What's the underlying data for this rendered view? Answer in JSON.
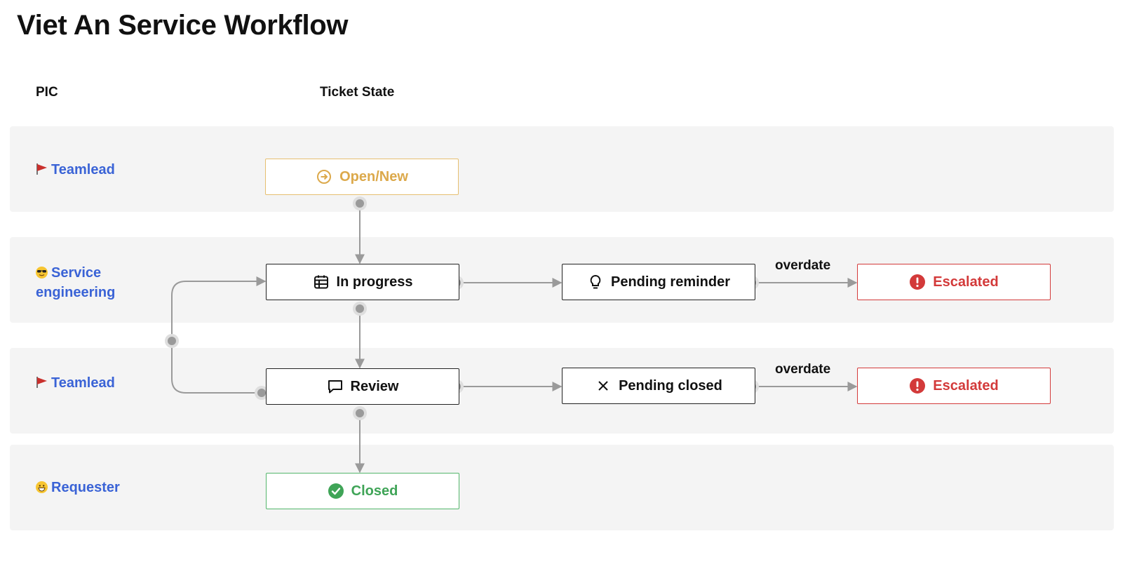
{
  "title": "Viet An Service Workflow",
  "columns": {
    "pic": "PIC",
    "state": "Ticket State"
  },
  "lanes": [
    {
      "label": "Teamlead",
      "icon": "red-flag-icon"
    },
    {
      "label_line1": "Service",
      "label_line2": "engineering",
      "icon": "sunglasses-face-icon"
    },
    {
      "label": "Teamlead",
      "icon": "red-flag-icon"
    },
    {
      "label": "Requester",
      "icon": "grinning-face-icon"
    }
  ],
  "nodes": {
    "open": {
      "label": "Open/New",
      "icon": "arrow-circle-right-icon",
      "color": "#dca94b"
    },
    "in_progress": {
      "label": "In progress",
      "icon": "calendar-table-icon"
    },
    "pending_reminder": {
      "label": "Pending reminder",
      "icon": "lightbulb-icon"
    },
    "escalated_1": {
      "label": "Escalated",
      "icon": "exclamation-circle-icon",
      "color": "#d33a3a"
    },
    "review": {
      "label": "Review",
      "icon": "speech-bubble-icon"
    },
    "pending_closed": {
      "label": "Pending closed",
      "icon": "x-icon"
    },
    "escalated_2": {
      "label": "Escalated",
      "icon": "exclamation-circle-icon",
      "color": "#d33a3a"
    },
    "closed": {
      "label": "Closed",
      "icon": "check-circle-icon",
      "color": "#3fa457"
    }
  },
  "edge_labels": {
    "overdate_1": "overdate",
    "overdate_2": "overdate"
  },
  "colors": {
    "lane_bg": "#f4f4f4",
    "pic_text": "#3a63d6",
    "edge": "#9a9a9a"
  }
}
